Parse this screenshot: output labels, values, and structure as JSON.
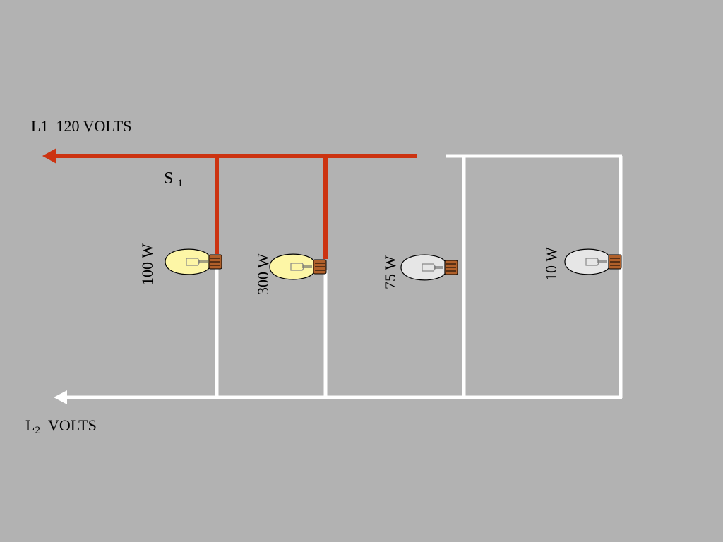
{
  "labels": {
    "l1": "L1",
    "l1_voltage": "120 VOLTS",
    "switch_main": "S",
    "switch_sub": "1",
    "l2_main": "L",
    "l2_sub": "2",
    "l2_voltage": "VOLTS"
  },
  "bulbs": [
    {
      "watts": "100 W",
      "lit": true
    },
    {
      "watts": "300 W",
      "lit": true
    },
    {
      "watts": "75 W",
      "lit": false
    },
    {
      "watts": "10 W",
      "lit": false
    }
  ],
  "colors": {
    "background": "#b2b2b2",
    "hot_wire": "#cc3311",
    "neutral_wire": "#ffffff",
    "bulb_lit": "#fdf6a6",
    "bulb_unlit": "#e6e6e6",
    "bulb_base": "#b0602a"
  }
}
